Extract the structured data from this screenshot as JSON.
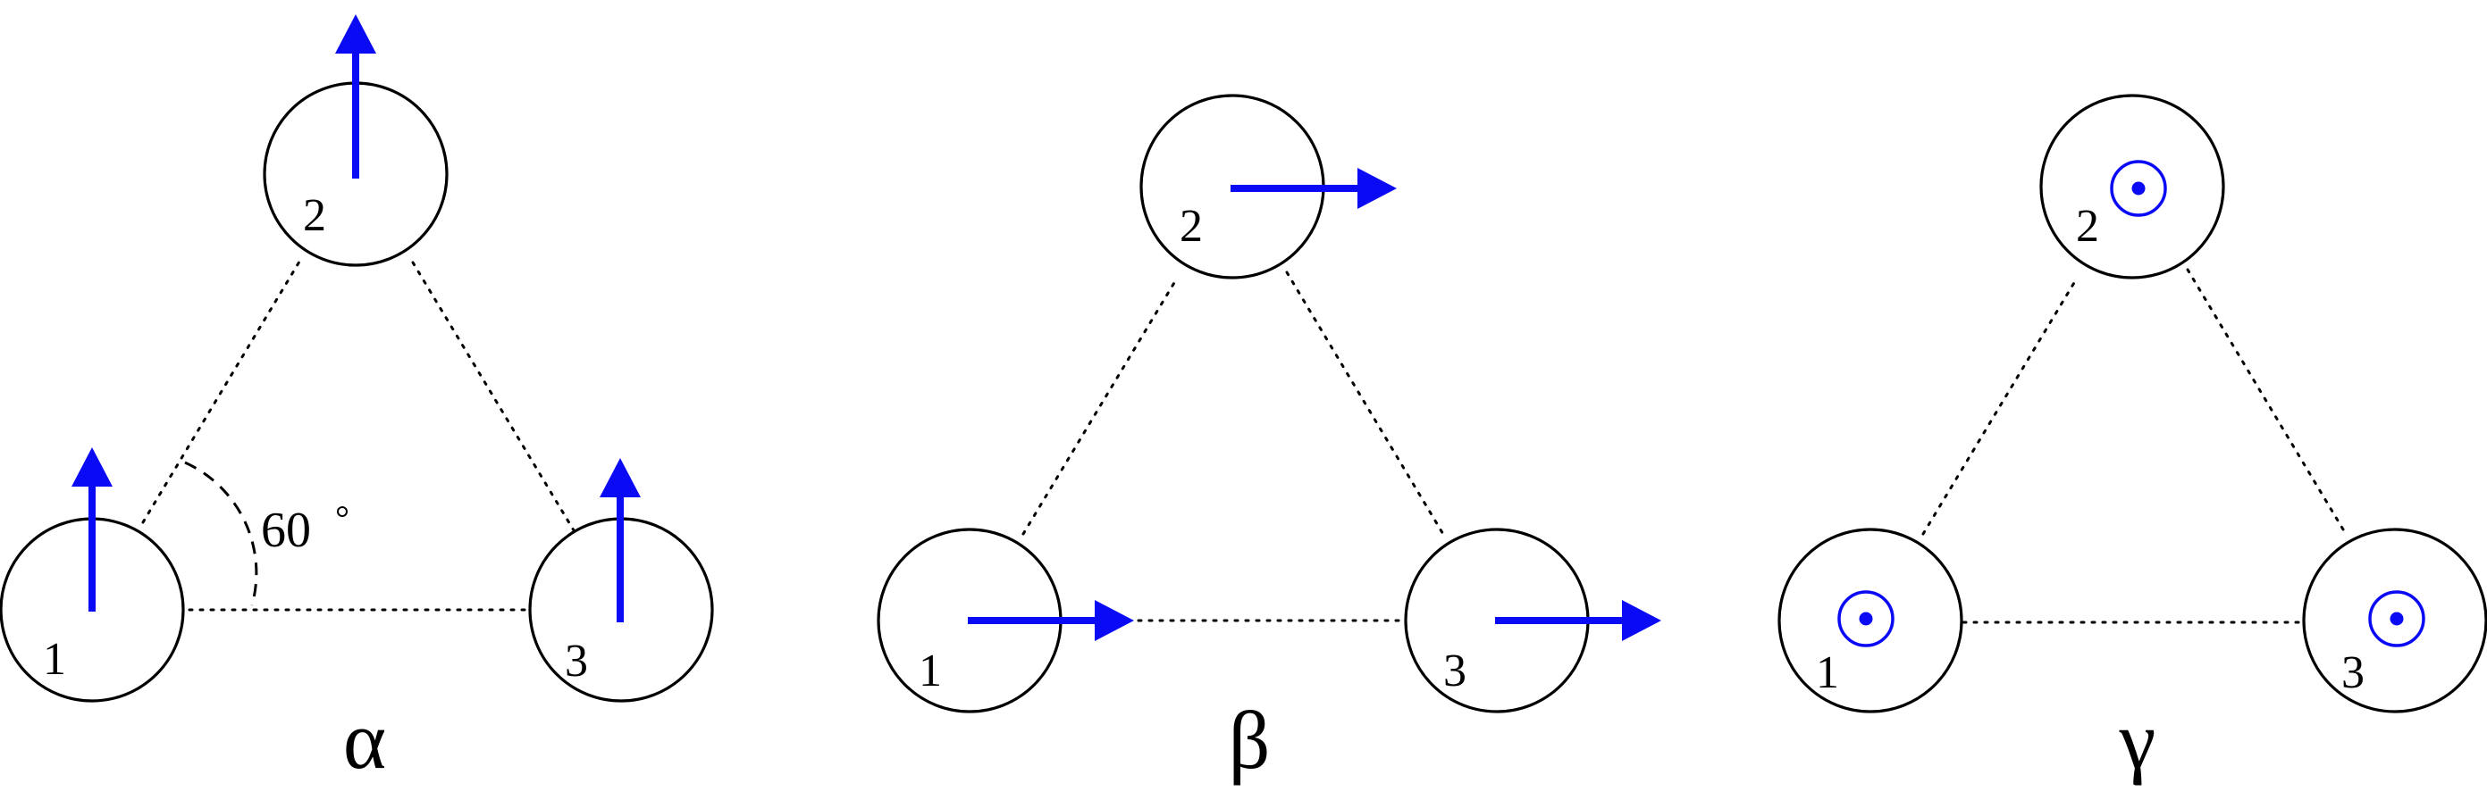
{
  "colors": {
    "spin": "#0a0af5",
    "ink": "#000000"
  },
  "angle": {
    "label": "60",
    "unit_symbol": "°"
  },
  "panels": [
    {
      "label": "α",
      "spin_direction": "up",
      "atoms": [
        {
          "label": "1"
        },
        {
          "label": "2"
        },
        {
          "label": "3"
        }
      ]
    },
    {
      "label": "β",
      "spin_direction": "right",
      "atoms": [
        {
          "label": "1"
        },
        {
          "label": "2"
        },
        {
          "label": "3"
        }
      ]
    },
    {
      "label": "γ",
      "spin_direction": "out-of-page",
      "atoms": [
        {
          "label": "1"
        },
        {
          "label": "2"
        },
        {
          "label": "3"
        }
      ]
    }
  ]
}
